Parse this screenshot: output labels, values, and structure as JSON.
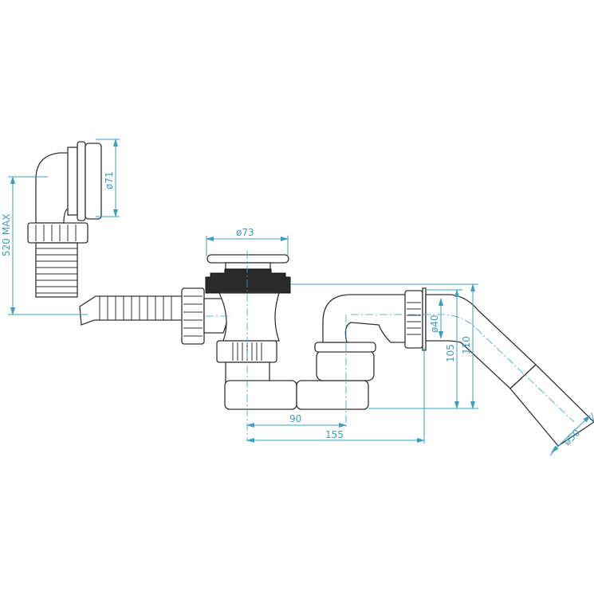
{
  "dimensions": {
    "overflow_height": "520 MAX",
    "overflow_diameter": "ø71",
    "drain_diameter": "ø73",
    "outlet_inner_diameter": "ø40",
    "height_a": "105",
    "height_b": "110",
    "distance_a": "90",
    "distance_b": "155",
    "outlet_diameter": "ø50"
  },
  "colors": {
    "dimension": "#3c9fc0",
    "outline": "#333333"
  }
}
